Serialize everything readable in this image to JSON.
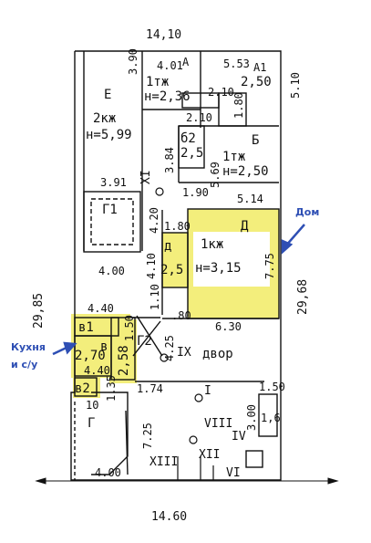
{
  "colors": {
    "line": "#111111",
    "highlight": "#f3ee7c",
    "highlight_edge": "#e8d94a",
    "note": "#2e4fb4"
  },
  "dims": {
    "top": "14,10",
    "bottom": "14.60",
    "left": "29,85",
    "right": "29,68",
    "e_width": "3.91",
    "e_height": "3.90",
    "a_width": "4.01",
    "a_width_prefix": "A",
    "a1_width": "5.53",
    "a1_label": "A1",
    "a1_right": "5.10",
    "small_210_a": "2.10",
    "small_180": "1.80",
    "small_210_b": "2.10",
    "b2_height": "3.84",
    "b_height": "5.69",
    "b_width": "1.90",
    "b_right": "5.14",
    "d_small_top": "1.80",
    "d_left": "4.20",
    "d_small_h": "4.10",
    "d_height": "7.75",
    "yard_400": "4.00",
    "yard_440": "4.40",
    "yard_110": "1.10",
    "yard_080": ".80",
    "yard_630": "6.30",
    "kitchen_440": "4.40",
    "kitchen_150": "1.50",
    "kitchen_425": "4.25",
    "g2_135": "1.35",
    "g2_174": "1.74",
    "left_10": "10",
    "r_300": "3.00",
    "r_150": "1.50",
    "r_16": "1,6",
    "r_725": "7.25",
    "bottom_400": "4.00"
  },
  "rooms": {
    "e": {
      "letter": "Е",
      "line1": "2кж",
      "line2": "н=5,99"
    },
    "a": {
      "line1": "1тж",
      "line2": "н=2,36"
    },
    "a1": {
      "value": "2,50"
    },
    "b2": {
      "line1": "б2",
      "line2": "2,5"
    },
    "b": {
      "letter": "Б",
      "line1": "1тж",
      "line2": "н=2,50"
    },
    "g1": {
      "label": "Г1"
    },
    "d_small": {
      "letter": "д",
      "value": "2,5"
    },
    "d": {
      "letter": "Д",
      "line1": "1кж",
      "line2": "н=3,15"
    },
    "v1": {
      "label": "в1",
      "value": "2,70"
    },
    "v": {
      "label": "в"
    },
    "v2": {
      "label": "в2"
    },
    "g2": {
      "label": "Г2",
      "value": "2,58"
    },
    "g": {
      "label": "Г"
    }
  },
  "yard": {
    "label": "двор"
  },
  "markers": {
    "xi": "XI",
    "ix": "IX",
    "i": "I",
    "viii": "VIII",
    "iv": "IV",
    "xii": "XII",
    "xiii": "XIII",
    "vi": "VI"
  },
  "notes": {
    "dom": "Дом",
    "kitchen_line1": "Кухня",
    "kitchen_line2": "и с/у"
  }
}
